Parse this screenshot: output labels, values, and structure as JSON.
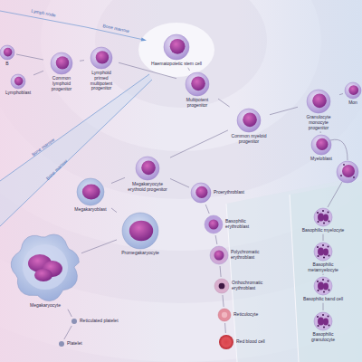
{
  "diagram": {
    "nodes": [
      {
        "text": [
          "Haematopoietic stem cell"
        ]
      },
      {
        "text": [
          "Multipotent progenitor"
        ]
      },
      {
        "text": [
          "Lymphoid primed multipotent progenitor"
        ]
      },
      {
        "text": [
          "Common lymphoid progenitor"
        ]
      },
      {
        "text": [
          "B"
        ]
      },
      {
        "text": [
          "Lymphoblast"
        ]
      },
      {
        "text": [
          "Common myeloid progenitor"
        ]
      },
      {
        "text": [
          "Granulocyte monocyte progenitor"
        ]
      },
      {
        "text": [
          "Mon"
        ]
      },
      {
        "text": [
          "Myeloblast"
        ]
      },
      {
        "text": [
          "Megakaryocyte erythroid progenitor"
        ]
      },
      {
        "text": [
          "Megakaryoblast"
        ]
      },
      {
        "text": [
          "Promegakaryocyte"
        ]
      },
      {
        "text": [
          "Megakaryocyte"
        ]
      },
      {
        "text": [
          "Reticulated platelet"
        ]
      },
      {
        "text": [
          "Platelet"
        ]
      },
      {
        "text": [
          "Proerythroblast"
        ]
      },
      {
        "text": [
          "Basophilic erythroblast"
        ]
      },
      {
        "text": [
          "Polychromatic erythroblast"
        ]
      },
      {
        "text": [
          "Orthochromatic erythroblast"
        ]
      },
      {
        "text": [
          "Reticulocyte"
        ]
      },
      {
        "text": [
          "Red blood cell"
        ]
      },
      {
        "text": [
          "Basophilic myelocyte"
        ]
      },
      {
        "text": [
          "Basophilic metamyelocyte"
        ]
      },
      {
        "text": [
          "Basophilic band cell"
        ]
      },
      {
        "text": [
          "Basophilic granulocyte"
        ]
      }
    ],
    "edges": [
      {
        "from": 0,
        "to": 1,
        "arrow": "none"
      },
      {
        "from": 1,
        "to": 2,
        "arrow": "none"
      },
      {
        "from": 2,
        "to": 3,
        "arrow": "none"
      },
      {
        "from": 3,
        "to": 4,
        "arrow": "none"
      },
      {
        "from": 3,
        "to": 5,
        "arrow": "none"
      },
      {
        "from": 1,
        "to": 6,
        "arrow": "none"
      },
      {
        "from": 6,
        "to": 7,
        "arrow": "none"
      },
      {
        "from": 7,
        "to": 8,
        "arrow": "none"
      },
      {
        "from": 7,
        "to": 9,
        "arrow": "none"
      },
      {
        "from": 6,
        "to": 10,
        "arrow": "none"
      },
      {
        "from": 10,
        "to": 11,
        "arrow": "none"
      },
      {
        "from": 11,
        "to": 12,
        "arrow": "none"
      },
      {
        "from": 12,
        "to": 13,
        "arrow": "none"
      },
      {
        "from": 13,
        "to": 14,
        "arrow": "none"
      },
      {
        "from": 14,
        "to": 15,
        "arrow": "none"
      },
      {
        "from": 10,
        "to": 16,
        "arrow": "none"
      },
      {
        "from": 16,
        "to": 17,
        "arrow": "none"
      },
      {
        "from": 17,
        "to": 18,
        "arrow": "none"
      },
      {
        "from": 18,
        "to": 19,
        "arrow": "none"
      },
      {
        "from": 19,
        "to": 20,
        "arrow": "none"
      },
      {
        "from": 20,
        "to": 21,
        "arrow": "none"
      },
      {
        "from": 22,
        "to": 23,
        "arrow": "none"
      },
      {
        "from": 23,
        "to": 24,
        "arrow": "none"
      },
      {
        "from": 24,
        "to": 25,
        "arrow": "none"
      }
    ],
    "labels": [
      "Lymph node",
      "Bone marrow",
      "Bone marrow",
      "Bone marrow"
    ]
  }
}
